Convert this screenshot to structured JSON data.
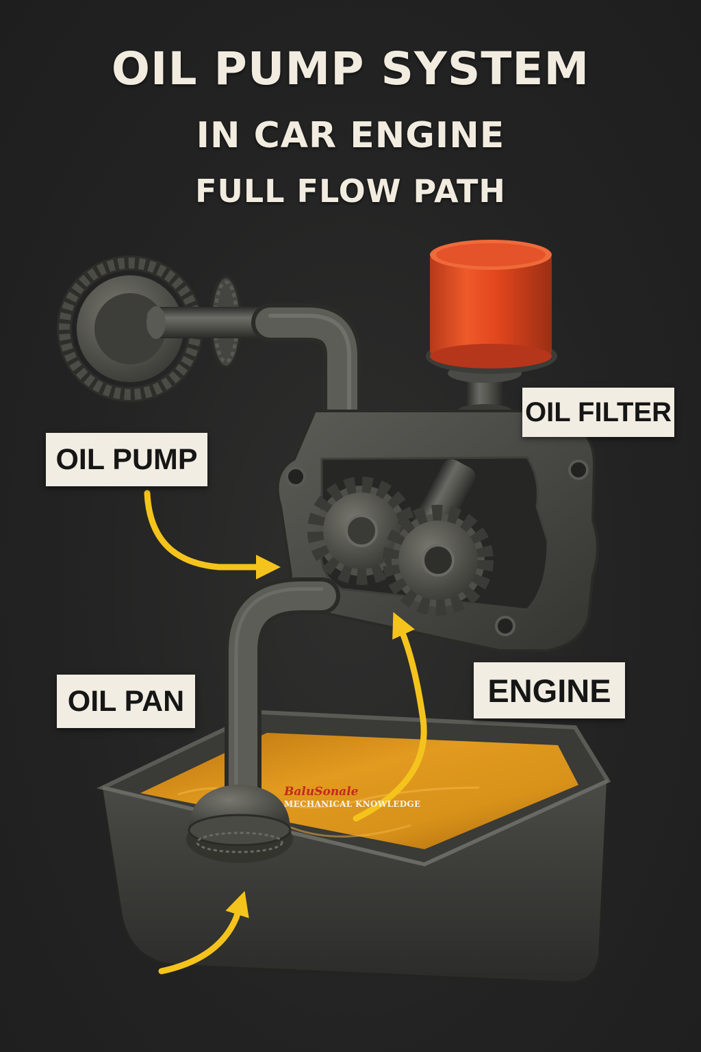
{
  "title": {
    "line1": "OIL PUMP SYSTEM",
    "line2": "IN CAR ENGINE",
    "line3": "FULL FLOW PATH"
  },
  "labels": {
    "oil_filter": "OIL FILTER",
    "oil_pump": "OIL PUMP",
    "oil_pan": "OIL PAN",
    "engine": "ENGINE"
  },
  "watermark": {
    "name": "BaluSonale",
    "subtitle": "MECHANICAL KNOWLEDGE"
  },
  "colors": {
    "background": "#242424",
    "title_text": "#f1ecdf",
    "label_background": "#f1ede2",
    "label_text": "#161616",
    "arrow": "#f5c41c",
    "filter_orange": "#e2461d",
    "metal": "#4d4d49",
    "oil": "#d8921a"
  }
}
